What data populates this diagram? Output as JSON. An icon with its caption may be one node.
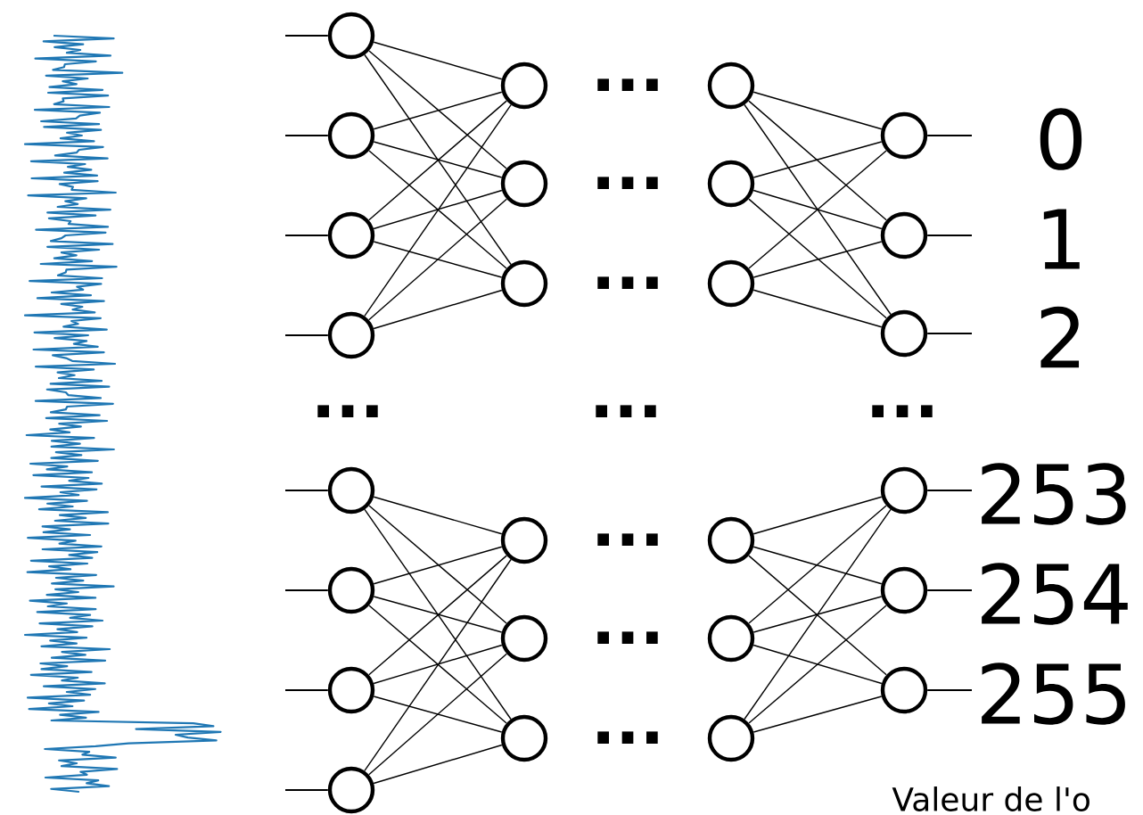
{
  "diagram": {
    "nodes": [
      {
        "text": [],
        "shape": "circle"
      },
      {
        "text": [],
        "shape": "circle"
      },
      {
        "text": [],
        "shape": "circle"
      },
      {
        "text": [],
        "shape": "circle"
      },
      {
        "text": [],
        "shape": "circle"
      },
      {
        "text": [],
        "shape": "circle"
      },
      {
        "text": [],
        "shape": "circle"
      },
      {
        "text": [],
        "shape": "circle"
      },
      {
        "text": [],
        "shape": "circle"
      },
      {
        "text": [],
        "shape": "circle"
      },
      {
        "text": [],
        "shape": "circle"
      },
      {
        "text": [],
        "shape": "circle"
      },
      {
        "text": [],
        "shape": "circle"
      },
      {
        "text": [],
        "shape": "circle"
      },
      {
        "text": [],
        "shape": "circle"
      },
      {
        "text": [],
        "shape": "circle"
      },
      {
        "text": [],
        "shape": "circle"
      },
      {
        "text": [],
        "shape": "circle"
      },
      {
        "text": [],
        "shape": "circle"
      },
      {
        "text": [],
        "shape": "circle"
      },
      {
        "text": [],
        "shape": "circle",
        "beside": [
          "0"
        ]
      },
      {
        "text": [],
        "shape": "circle",
        "beside": [
          "1"
        ]
      },
      {
        "text": [],
        "shape": "circle",
        "beside": [
          "2"
        ]
      },
      {
        "text": [],
        "shape": "circle",
        "beside": [
          "253"
        ]
      },
      {
        "text": [],
        "shape": "circle",
        "beside": [
          "254"
        ]
      },
      {
        "text": [],
        "shape": "circle",
        "beside": [
          "255"
        ]
      }
    ],
    "edges": [
      {
        "from": null,
        "to": 0,
        "arrow": "none"
      },
      {
        "from": null,
        "to": 1,
        "arrow": "none"
      },
      {
        "from": null,
        "to": 2,
        "arrow": "none"
      },
      {
        "from": null,
        "to": 3,
        "arrow": "none"
      },
      {
        "from": null,
        "to": 4,
        "arrow": "none"
      },
      {
        "from": null,
        "to": 5,
        "arrow": "none"
      },
      {
        "from": null,
        "to": 6,
        "arrow": "none"
      },
      {
        "from": null,
        "to": 7,
        "arrow": "none"
      },
      {
        "from": 0,
        "to": 8,
        "arrow": "none"
      },
      {
        "from": 0,
        "to": 9,
        "arrow": "none"
      },
      {
        "from": 0,
        "to": 10,
        "arrow": "none"
      },
      {
        "from": 1,
        "to": 8,
        "arrow": "none"
      },
      {
        "from": 1,
        "to": 9,
        "arrow": "none"
      },
      {
        "from": 1,
        "to": 10,
        "arrow": "none"
      },
      {
        "from": 2,
        "to": 8,
        "arrow": "none"
      },
      {
        "from": 2,
        "to": 9,
        "arrow": "none"
      },
      {
        "from": 2,
        "to": 10,
        "arrow": "none"
      },
      {
        "from": 3,
        "to": 8,
        "arrow": "none"
      },
      {
        "from": 3,
        "to": 9,
        "arrow": "none"
      },
      {
        "from": 3,
        "to": 10,
        "arrow": "none"
      },
      {
        "from": 4,
        "to": 11,
        "arrow": "none"
      },
      {
        "from": 4,
        "to": 12,
        "arrow": "none"
      },
      {
        "from": 4,
        "to": 13,
        "arrow": "none"
      },
      {
        "from": 5,
        "to": 11,
        "arrow": "none"
      },
      {
        "from": 5,
        "to": 12,
        "arrow": "none"
      },
      {
        "from": 5,
        "to": 13,
        "arrow": "none"
      },
      {
        "from": 6,
        "to": 11,
        "arrow": "none"
      },
      {
        "from": 6,
        "to": 12,
        "arrow": "none"
      },
      {
        "from": 6,
        "to": 13,
        "arrow": "none"
      },
      {
        "from": 7,
        "to": 11,
        "arrow": "none"
      },
      {
        "from": 7,
        "to": 12,
        "arrow": "none"
      },
      {
        "from": 7,
        "to": 13,
        "arrow": "none"
      },
      {
        "from": 14,
        "to": 20,
        "arrow": "none"
      },
      {
        "from": 14,
        "to": 21,
        "arrow": "none"
      },
      {
        "from": 14,
        "to": 22,
        "arrow": "none"
      },
      {
        "from": 15,
        "to": 20,
        "arrow": "none"
      },
      {
        "from": 15,
        "to": 21,
        "arrow": "none"
      },
      {
        "from": 15,
        "to": 22,
        "arrow": "none"
      },
      {
        "from": 16,
        "to": 20,
        "arrow": "none"
      },
      {
        "from": 16,
        "to": 21,
        "arrow": "none"
      },
      {
        "from": 16,
        "to": 22,
        "arrow": "none"
      },
      {
        "from": 17,
        "to": 23,
        "arrow": "none"
      },
      {
        "from": 17,
        "to": 24,
        "arrow": "none"
      },
      {
        "from": 17,
        "to": 25,
        "arrow": "none"
      },
      {
        "from": 18,
        "to": 23,
        "arrow": "none"
      },
      {
        "from": 18,
        "to": 24,
        "arrow": "none"
      },
      {
        "from": 18,
        "to": 25,
        "arrow": "none"
      },
      {
        "from": 19,
        "to": 23,
        "arrow": "none"
      },
      {
        "from": 19,
        "to": 24,
        "arrow": "none"
      },
      {
        "from": 19,
        "to": 25,
        "arrow": "none"
      },
      {
        "from": 20,
        "to": null,
        "arrow": "none"
      },
      {
        "from": 21,
        "to": null,
        "arrow": "none"
      },
      {
        "from": 22,
        "to": null,
        "arrow": "none"
      },
      {
        "from": 23,
        "to": null,
        "arrow": "none"
      },
      {
        "from": 24,
        "to": null,
        "arrow": "none"
      },
      {
        "from": 25,
        "to": null,
        "arrow": "none"
      }
    ],
    "labels": [
      "...",
      "...",
      "...",
      "...",
      "...",
      "...",
      "...",
      "...",
      "...",
      "Valeur de l'o"
    ]
  }
}
